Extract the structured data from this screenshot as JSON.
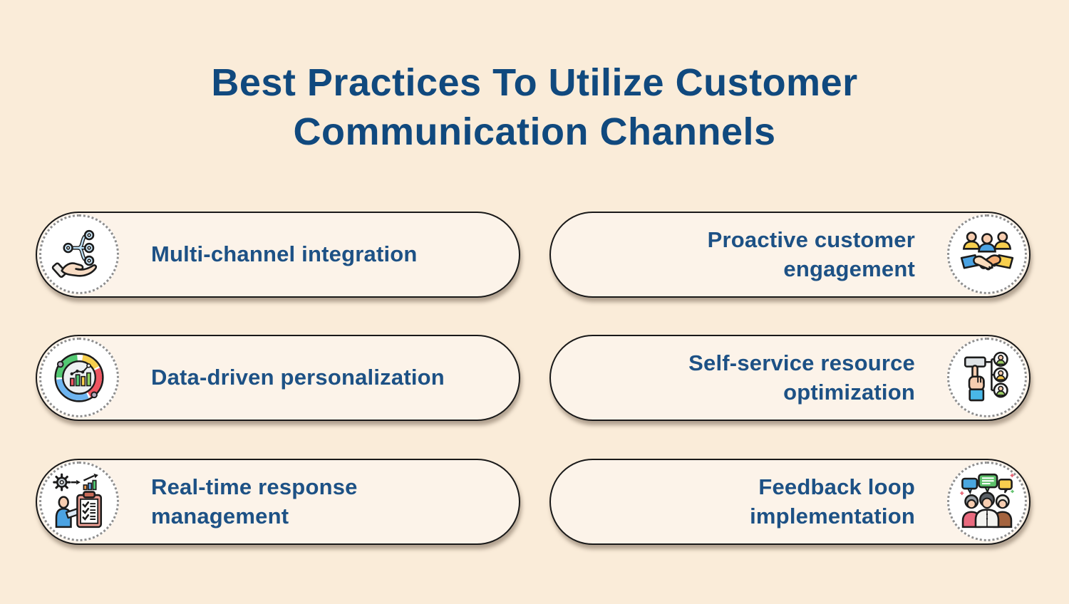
{
  "title": "Best Practices To Utilize Customer\nCommunication Channels",
  "cards": [
    {
      "label": "Multi-channel integration",
      "icon": "hand-network-icon",
      "side": "left"
    },
    {
      "label": "Proactive customer\nengagement",
      "icon": "handshake-people-icon",
      "side": "right"
    },
    {
      "label": "Data-driven personalization",
      "icon": "gauge-bar-chart-icon",
      "side": "left"
    },
    {
      "label": "Self-service resource\noptimization",
      "icon": "pointer-org-chart-icon",
      "side": "right"
    },
    {
      "label": "Real-time response\nmanagement",
      "icon": "person-checklist-icon",
      "side": "left"
    },
    {
      "label": "Feedback loop\nimplementation",
      "icon": "people-speech-bubbles-icon",
      "side": "right"
    }
  ],
  "colors": {
    "background": "#faecd9",
    "card_fill": "#fcf3e9",
    "card_border": "#191919",
    "title_text": "#10497e",
    "card_text": "#1d5185",
    "circle_border": "#8f8f8f",
    "icon_blue": "#4ba3e3",
    "icon_yellow": "#f7cf4e",
    "icon_green": "#53c973",
    "icon_red": "#ef5561",
    "icon_skin": "#f7cdb0"
  }
}
